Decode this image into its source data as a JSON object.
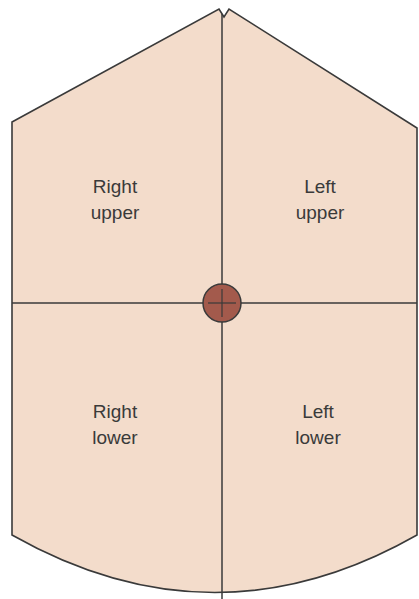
{
  "diagram": {
    "nodes": [
      {
        "text": [
          "Right upper"
        ]
      },
      {
        "text": [
          "Left upper"
        ]
      },
      {
        "text": [
          "Right lower"
        ]
      },
      {
        "text": [
          "Left lower"
        ]
      }
    ]
  }
}
